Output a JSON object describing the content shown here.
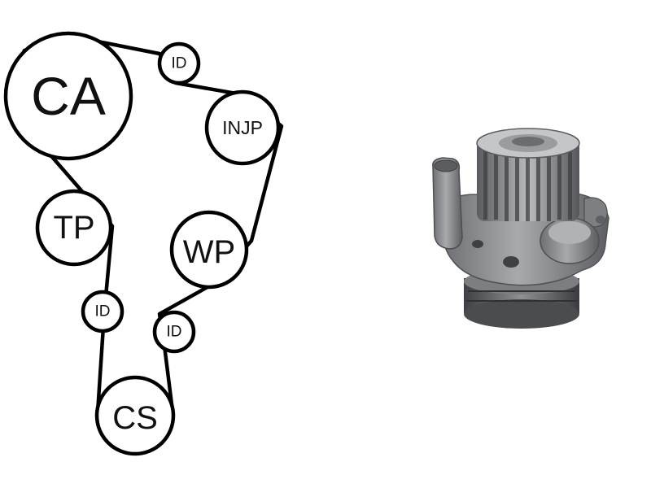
{
  "diagram": {
    "pulleys": [
      {
        "id": "ca",
        "label": "CA"
      },
      {
        "id": "id-top",
        "label": "ID"
      },
      {
        "id": "injp",
        "label": "INJP"
      },
      {
        "id": "tp",
        "label": "TP"
      },
      {
        "id": "wp",
        "label": "WP"
      },
      {
        "id": "id-left",
        "label": "ID"
      },
      {
        "id": "id-right",
        "label": "ID"
      },
      {
        "id": "cs",
        "label": "CS"
      }
    ]
  },
  "colors": {
    "stroke": "#000000",
    "pump_body": "#8f9194",
    "pump_dark": "#4b4d50",
    "background": "#ffffff"
  },
  "product_image": {
    "icon": "water-pump-icon"
  }
}
